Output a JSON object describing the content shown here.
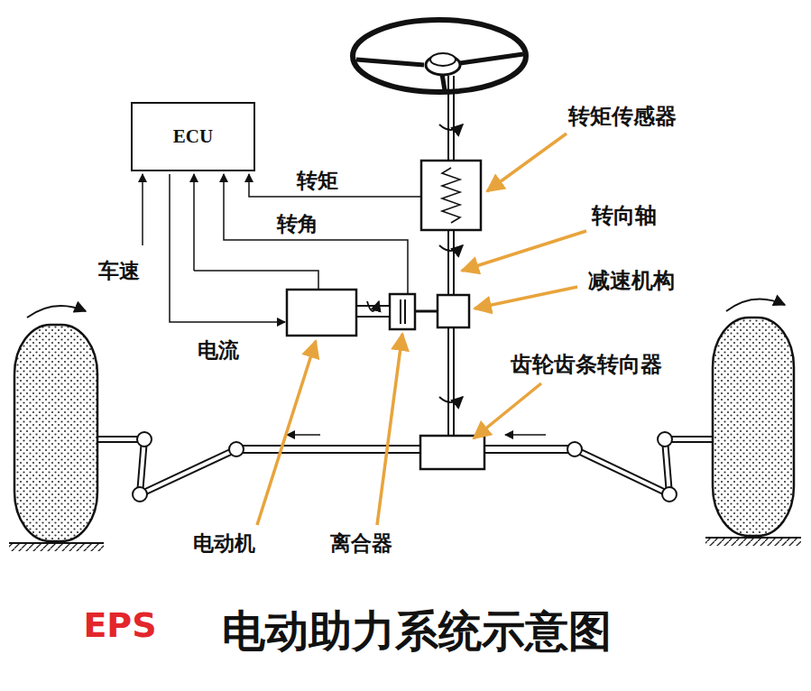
{
  "diagram": {
    "title": "电动助力系统示意图",
    "nodes": [
      {
        "text": [
          "ECU"
        ]
      }
    ],
    "labels": [
      "转矩传感器",
      "转矩",
      "转向轴",
      "转角",
      "车速",
      "减速机构",
      "电流",
      "齿轮齿条转向器",
      "电动机",
      "离合器",
      "EPS"
    ]
  }
}
